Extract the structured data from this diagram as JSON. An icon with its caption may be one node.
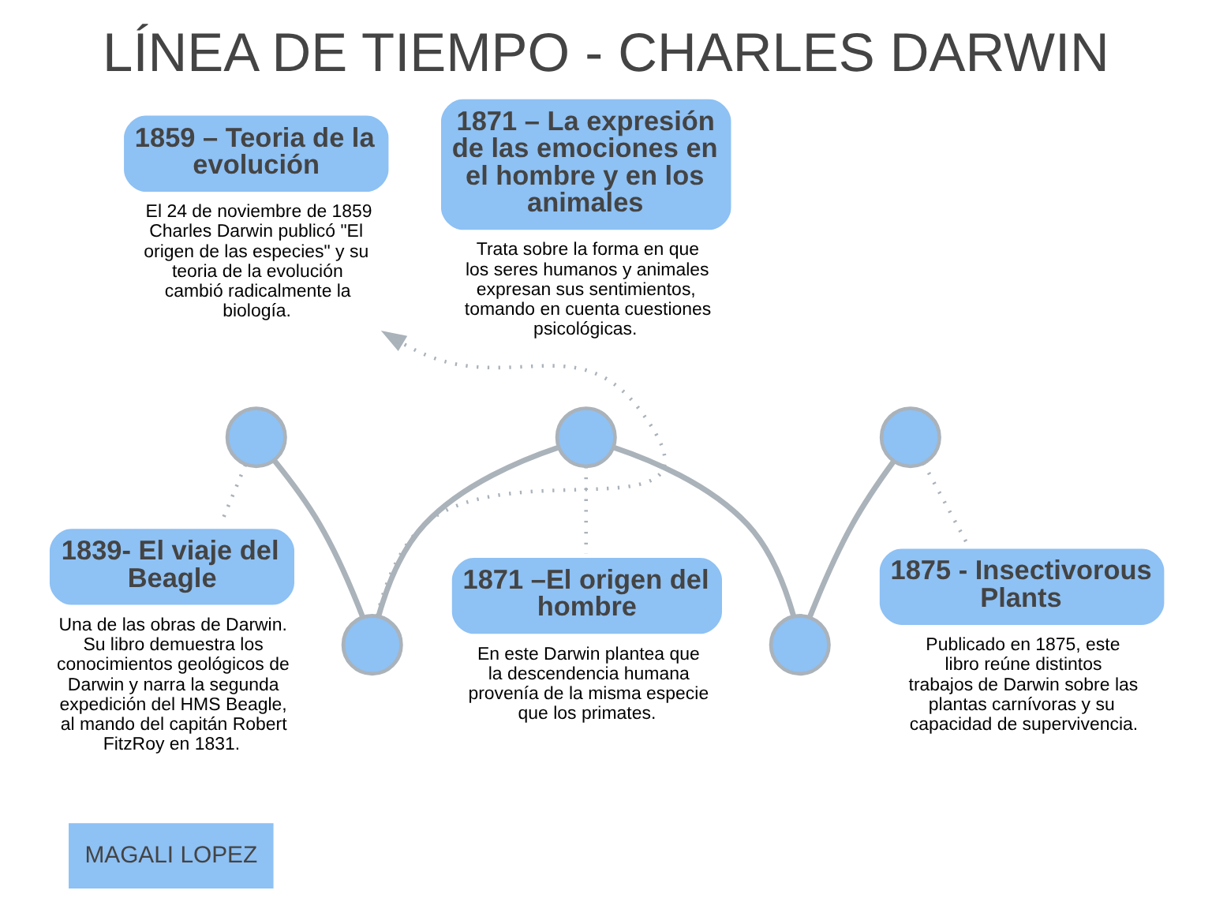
{
  "diagram": {
    "title": "LÍNEA DE TIEMPO - CHARLES DARWIN",
    "nodes": [
      {
        "text": [],
        "shape": "circle"
      },
      {
        "text": [],
        "shape": "circle"
      },
      {
        "text": [],
        "shape": "circle"
      },
      {
        "text": [],
        "shape": "circle"
      },
      {
        "text": [],
        "shape": "circle"
      },
      {
        "text": [
          "1839- El viaje del Beagle",
          "Una de las obras de Darwin. Su libro demuestra los conocimientos geológicos de Darwin y narra la segunda expedición del HMS Beagle, al mando del capitán Robert FitzRoy en 1831."
        ]
      },
      {
        "text": [
          "1859 – Teoria de la evolución",
          "El 24 de noviembre de 1859 Charles Darwin publicó \"El origen de las especies\" y su teoria de la evolución cambió radicalmente la biología."
        ]
      },
      {
        "text": [
          "1871 –El origen del hombre",
          "En este Darwin plantea que la descendencia humana provenía de la misma especie que los primates."
        ]
      },
      {
        "text": [
          "1871 – La expresión de las emociones en el hombre y en los animales",
          "Trata sobre la forma en que los seres humanos y animales expresan sus sentimientos, tomando en cuenta cuestiones psicológicas."
        ]
      },
      {
        "text": [
          "1875 - Insectivorous Plants",
          "Publicado en 1875, este libro reúne distintos trabajos de Darwin sobre las plantas carnívoras y su capacidad de supervivencia."
        ]
      }
    ],
    "edges": [
      {
        "from": 0,
        "to": 1,
        "arrow": "none"
      },
      {
        "from": 1,
        "to": 2,
        "arrow": "none"
      },
      {
        "from": 2,
        "to": 3,
        "arrow": "none"
      },
      {
        "from": 3,
        "to": 4,
        "arrow": "none"
      },
      {
        "from": 0,
        "to": 5,
        "arrow": "none",
        "style": "dashed"
      },
      {
        "from": 1,
        "to": 6,
        "arrow": "to",
        "style": "dashed"
      },
      {
        "from": 2,
        "to": 7,
        "arrow": "none",
        "style": "dashed"
      },
      {
        "from": 4,
        "to": 9,
        "arrow": "none",
        "style": "dashed"
      }
    ],
    "labels": [
      "MAGALI LOPEZ"
    ]
  }
}
